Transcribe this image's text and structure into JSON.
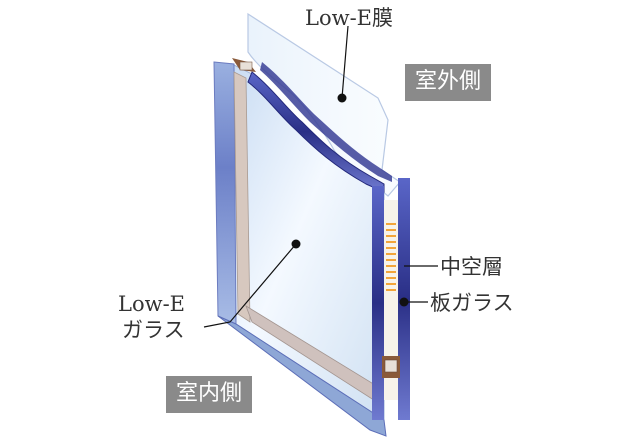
{
  "labels": {
    "low_e_film": "Low-E膜",
    "outdoor_side": "室外側",
    "air_space": "中空層",
    "sheet_glass": "板ガラス",
    "low_e_glass_line1": "Low-E",
    "low_e_glass_line2": "ガラス",
    "indoor_side": "室内側"
  },
  "colors": {
    "tag_background": "#8a8a8a",
    "glass_edge": "#3b3f9a",
    "glass_face": "#dceaf7",
    "spacer": "#f3a53a",
    "leader": "#111111"
  }
}
